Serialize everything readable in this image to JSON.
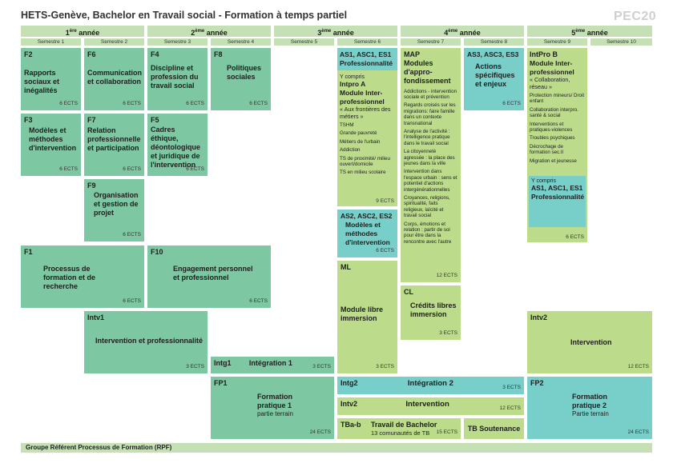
{
  "header": {
    "title": "HETS-Genève, Bachelor en Travail social - Formation à temps partiel",
    "code": "PEC20"
  },
  "years": [
    {
      "num": "1",
      "sup": "ère",
      "word": "année"
    },
    {
      "num": "2",
      "sup": "ème",
      "word": "année"
    },
    {
      "num": "3",
      "sup": "ème",
      "word": "année"
    },
    {
      "num": "4",
      "sup": "ème",
      "word": "année"
    },
    {
      "num": "5",
      "sup": "ème",
      "word": "année"
    }
  ],
  "semesters": [
    "Semestre 1",
    "Semestre 2",
    "Semestre 3",
    "Semestre 4",
    "Semestre 5",
    "Semestre 6",
    "Semestre 7",
    "Semestre 8",
    "Semestre 9",
    "Semestre 10"
  ],
  "modules": {
    "f2": {
      "code": "F2",
      "title": "Rapports sociaux et inégalités",
      "ects": "6 ECTS"
    },
    "f6": {
      "code": "F6",
      "title": "Communication et collaboration",
      "ects": "6 ECTS"
    },
    "f4": {
      "code": "F4",
      "title": "Discipline et profession du travail social",
      "ects": "6 ECTS"
    },
    "f8": {
      "code": "F8",
      "title": "Politiques sociales",
      "ects": "6 ECTS"
    },
    "f3": {
      "code": "F3",
      "title": "Modèles et méthodes d'intervention",
      "ects": "6 ECTS"
    },
    "f7": {
      "code": "F7",
      "title": "Relation professionnelle et participation",
      "ects": "6 ECTS"
    },
    "f5": {
      "code": "F5",
      "title": "Cadres éthique, déontologique et juridique de l'intervention",
      "ects": "6 ECTS"
    },
    "f9": {
      "code": "F9",
      "title": "Organisation et gestion de projet",
      "ects": "6 ECTS"
    },
    "f1": {
      "code": "F1",
      "title": "Processus de formation et de recherche",
      "ects": "6 ECTS"
    },
    "f10": {
      "code": "F10",
      "title": "Engagement personnel et professionnel",
      "ects": "6 ECTS"
    },
    "intv1": {
      "code": "Intv1",
      "title": "Intervention et professionnalité",
      "ects": "3 ECTS"
    },
    "intg1": {
      "code": "Intg1",
      "title": "Intégration 1",
      "ects": "3 ECTS"
    },
    "fp1": {
      "code": "FP1",
      "title": "Formation pratique 1",
      "sub": "partie terrain",
      "ects": "24 ECTS"
    },
    "as1": {
      "code": "AS1, ASC1, ES1",
      "title": "Professionnalité",
      "ycompris": "Y compris",
      "intpro": "Intpro A",
      "intpro_title": "Module Inter-professionnel",
      "quote": "« Aux frontières des métiers »",
      "items": [
        "TSHM",
        "Grande pauvreté",
        "Métiers de l'urbain",
        "Addiction",
        "TS de proximité/ milieu ouvert/domicile",
        "TS en milieu scolaire"
      ],
      "ects": "9 ECTS"
    },
    "as2": {
      "code": "AS2, ASC2, ES2",
      "title": "Modèles et méthodes d'intervention",
      "ects": "6 ECTS"
    },
    "ml": {
      "code": "ML",
      "title": "Module libre immersion",
      "ects": "3 ECTS"
    },
    "map": {
      "code": "MAP",
      "title": "Modules d'appro-fondissement",
      "items": [
        "Addictions - intervention sociale et prévention",
        "Regards croisés sur les migrations: faire famille dans un contexte transnational",
        "Analyse de l'activité : l'intelligence pratique dans le travail social",
        "La citoyenneté agressée : la place des jeunes dans la ville",
        "Intervention dans l'espace urbain : sens et potentiel d'actions intergénérationnelles",
        "Croyances, religions, spiritualité, faits religieux, laïcité et travail social",
        "Corps, émotions et relation : partir de soi pour être dans la rencontre avec l'autre"
      ],
      "ects": "12 ECTS"
    },
    "as3": {
      "code": "AS3, ASC3, ES3",
      "title": "Actions spécifiques et enjeux",
      "ects": "6 ECTS"
    },
    "cl": {
      "code": "CL",
      "title": "Crédits libres immersion",
      "ects": "3 ECTS"
    },
    "intg2": {
      "code": "Intg2",
      "title": "Intégration 2",
      "ects": "3 ECTS"
    },
    "intv2a": {
      "code": "Intv2",
      "title": "Intervention",
      "ects": "12 ECTS"
    },
    "tb": {
      "code": "TBa-b",
      "title": "Travail de Bachelor",
      "sub": "13 comunautés de TB",
      "ects": "15 ECTS"
    },
    "tbs": {
      "title": "TB Soutenance"
    },
    "intprob": {
      "code": "IntPro B",
      "title": "Module Inter-professionnel",
      "quote": "« Collaboration, réseau »",
      "items": [
        "Protection mineurs/ Droit enfant",
        "Collaboration interpro. santé & social",
        "Interventions et pratiques-violences",
        "Troubles psychiques",
        "Décrochage de formation sec.II",
        "Migration et jeunesse"
      ],
      "ycompris": "Y compris",
      "inset_title": "AS1, ASC1, ES1 Professionnalité",
      "ects": "6 ECTS"
    },
    "intv2b": {
      "code": "Intv2",
      "title": "Intervention",
      "ects": "12 ECTS"
    },
    "fp2": {
      "code": "FP2",
      "title": "Formation pratique 2",
      "sub": "Partie terrain",
      "ects": "24 ECTS"
    }
  },
  "footer": {
    "rpf": "Groupe Référent Processus de Formation (RPF)"
  },
  "colors": {
    "green": "#7dc8a2",
    "lime": "#bcdc8c",
    "teal": "#78cec9",
    "header": "#c5e0b4"
  }
}
